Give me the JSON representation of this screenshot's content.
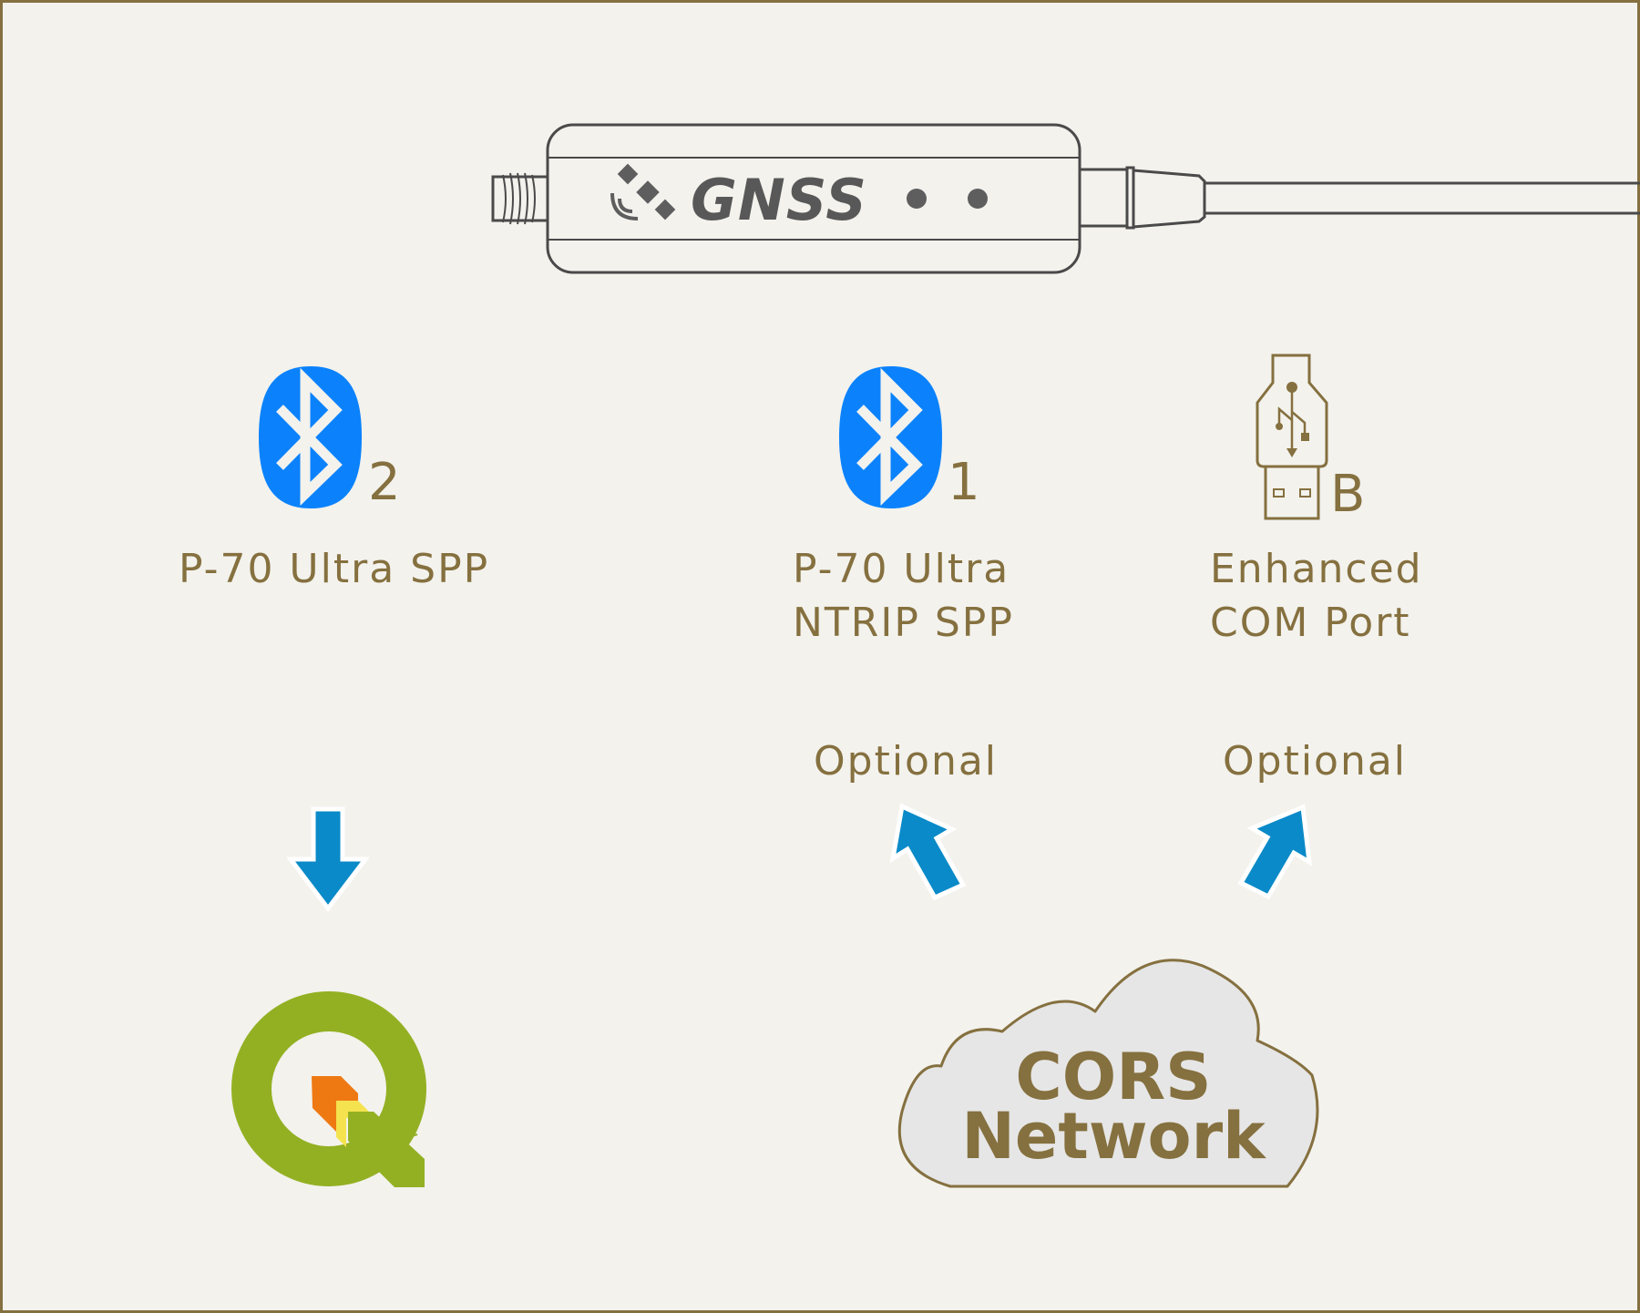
{
  "device": {
    "brand": "GNSS"
  },
  "channels": [
    {
      "id": "bt2",
      "icon": "bluetooth-icon",
      "badge": "2",
      "label_lines": [
        "P-70 Ultra SPP"
      ]
    },
    {
      "id": "bt1",
      "icon": "bluetooth-icon",
      "badge": "1",
      "label_lines": [
        "P-70 Ultra",
        "NTRIP SPP"
      ]
    },
    {
      "id": "usb",
      "icon": "usb-icon",
      "badge": "B",
      "label_lines": [
        "Enhanced",
        "COM Port"
      ]
    }
  ],
  "optional_labels": [
    "Optional",
    "Optional"
  ],
  "targets": {
    "gis_app": {
      "icon": "qgis-logo-icon"
    },
    "correction_service": {
      "icon": "cloud-icon",
      "label_lines": [
        "CORS",
        "Network"
      ]
    }
  },
  "colors": {
    "background": "#f3f2ed",
    "border": "#85703f",
    "text": "#85703f",
    "bluetooth": "#0b82fc",
    "arrow": "#0a8ac8",
    "qgis_green": "#93b023",
    "qgis_orange": "#ee7913",
    "qgis_yellow": "#f4e34f",
    "cloud_fill": "#e6e6e6"
  }
}
